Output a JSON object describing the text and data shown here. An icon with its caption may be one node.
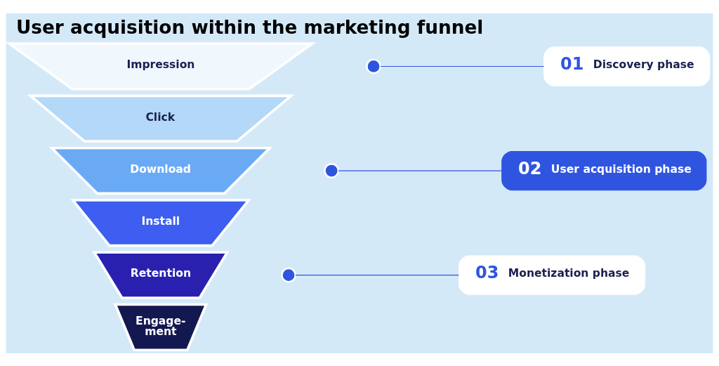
{
  "diagram": {
    "title": "User acquisition within the marketing funnel",
    "nodes": [
      {
        "text": [
          "Impression"
        ]
      },
      {
        "text": [
          "Click"
        ]
      },
      {
        "text": [
          "Download"
        ]
      },
      {
        "text": [
          "Install"
        ]
      },
      {
        "text": [
          "Retention"
        ]
      },
      {
        "text": [
          "Engage- ment"
        ]
      },
      {
        "text": [],
        "shape": "circle"
      },
      {
        "text": [
          "01",
          "Discovery phase"
        ]
      },
      {
        "text": [],
        "shape": "circle"
      },
      {
        "text": [
          "02",
          "User acquisition phase"
        ]
      },
      {
        "text": [],
        "shape": "circle"
      },
      {
        "text": [
          "03",
          "Monetization phase"
        ]
      }
    ],
    "edges": [
      {
        "from": 6,
        "to": 7,
        "arrow": "none"
      },
      {
        "from": 8,
        "to": 9,
        "arrow": "none"
      },
      {
        "from": 10,
        "to": 11,
        "arrow": "none"
      }
    ]
  }
}
